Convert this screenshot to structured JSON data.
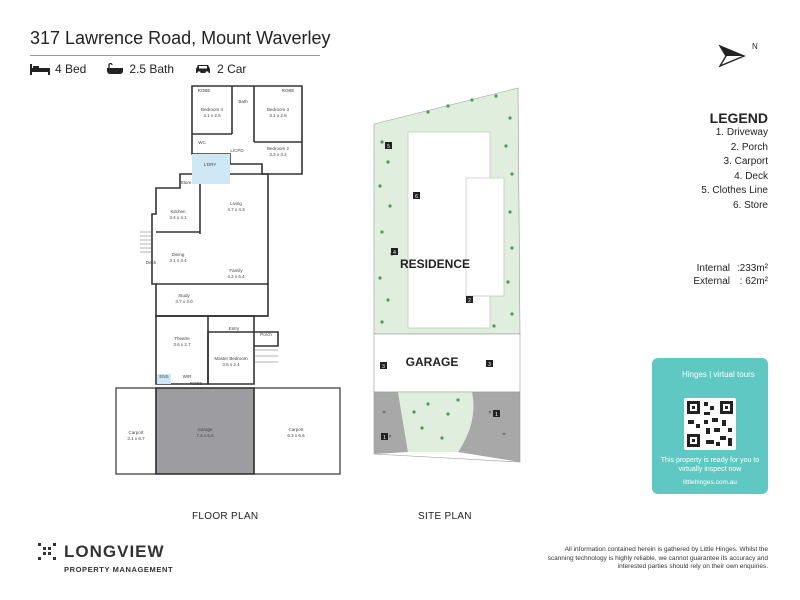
{
  "header": {
    "address": "317 Lawrence Road, Mount Waverley",
    "beds": "4 Bed",
    "baths": "2.5 Bath",
    "cars": "2 Car"
  },
  "compass": {
    "label": "N"
  },
  "legend": {
    "title": "LEGEND",
    "items": [
      "1. Driveway",
      "2. Porch",
      "3. Carport",
      "4. Deck",
      "5. Clothes Line",
      "6. Store"
    ]
  },
  "areas": {
    "internal_label": "Internal",
    "internal_value": ":233m²",
    "external_label": "External",
    "external_value": ":  62m²"
  },
  "floor_plan": {
    "caption": "FLOOR PLAN",
    "rooms": [
      {
        "name": "Bedroom 4",
        "size": "3.1 x 2.6"
      },
      {
        "name": "Bedroom 3",
        "size": "3.1 x 2.8"
      },
      {
        "name": "Bedroom 2",
        "size": "3.3 x 3.2"
      },
      {
        "name": "Living",
        "size": "4.7 x 4.3"
      },
      {
        "name": "Kitchen",
        "size": "3.4 x 4.1"
      },
      {
        "name": "Dining",
        "size": "3.1 x 3.4"
      },
      {
        "name": "Family",
        "size": "4.2 x 6.4"
      },
      {
        "name": "Study",
        "size": "3.7 x 3.0"
      },
      {
        "name": "Theatre",
        "size": "3.6 x 2.7"
      },
      {
        "name": "Master Bedroom",
        "size": "3.6 x 2.4"
      },
      {
        "name": "Garage",
        "size": "7.4 x 6.6"
      },
      {
        "name": "Carport",
        "size": "3.1 x 6.7"
      },
      {
        "name": "Carport",
        "size": "6.3 x 6.6"
      }
    ],
    "small_labels": {
      "robe": "ROBE",
      "bath": "Bath",
      "wc": "WC",
      "ldry": "L'DRY",
      "lcpd": "L/CPD",
      "wir": "WIR",
      "ens": "ENS",
      "deck": "Deck",
      "entry": "Entry",
      "porch": "Porch",
      "store": "Store"
    }
  },
  "site_plan": {
    "caption": "SITE PLAN",
    "residence": "RESIDENCE",
    "garage": "GARAGE",
    "markers": [
      "1",
      "1",
      "2",
      "3",
      "3",
      "4",
      "5",
      "6"
    ]
  },
  "virtual_tours": {
    "brand": "Hinges | virtual tours",
    "text": "This property is ready for you to virtually inspect now",
    "url": "littlehinges.com.au"
  },
  "brand": {
    "name": "LONGVIEW",
    "sub": "PROPERTY MANAGEMENT"
  },
  "disclaimer": "All information contained herein is gathered by Little Hinges. Whilst the scanning technology is highly reliable, we cannot guarantee its accuracy and interested parties should rely on their own enquiries.",
  "colors": {
    "accent": "#5fc8c2",
    "garden": "#dfeedd",
    "paving": "#a8a8a8",
    "tree": "#4e9a58"
  }
}
